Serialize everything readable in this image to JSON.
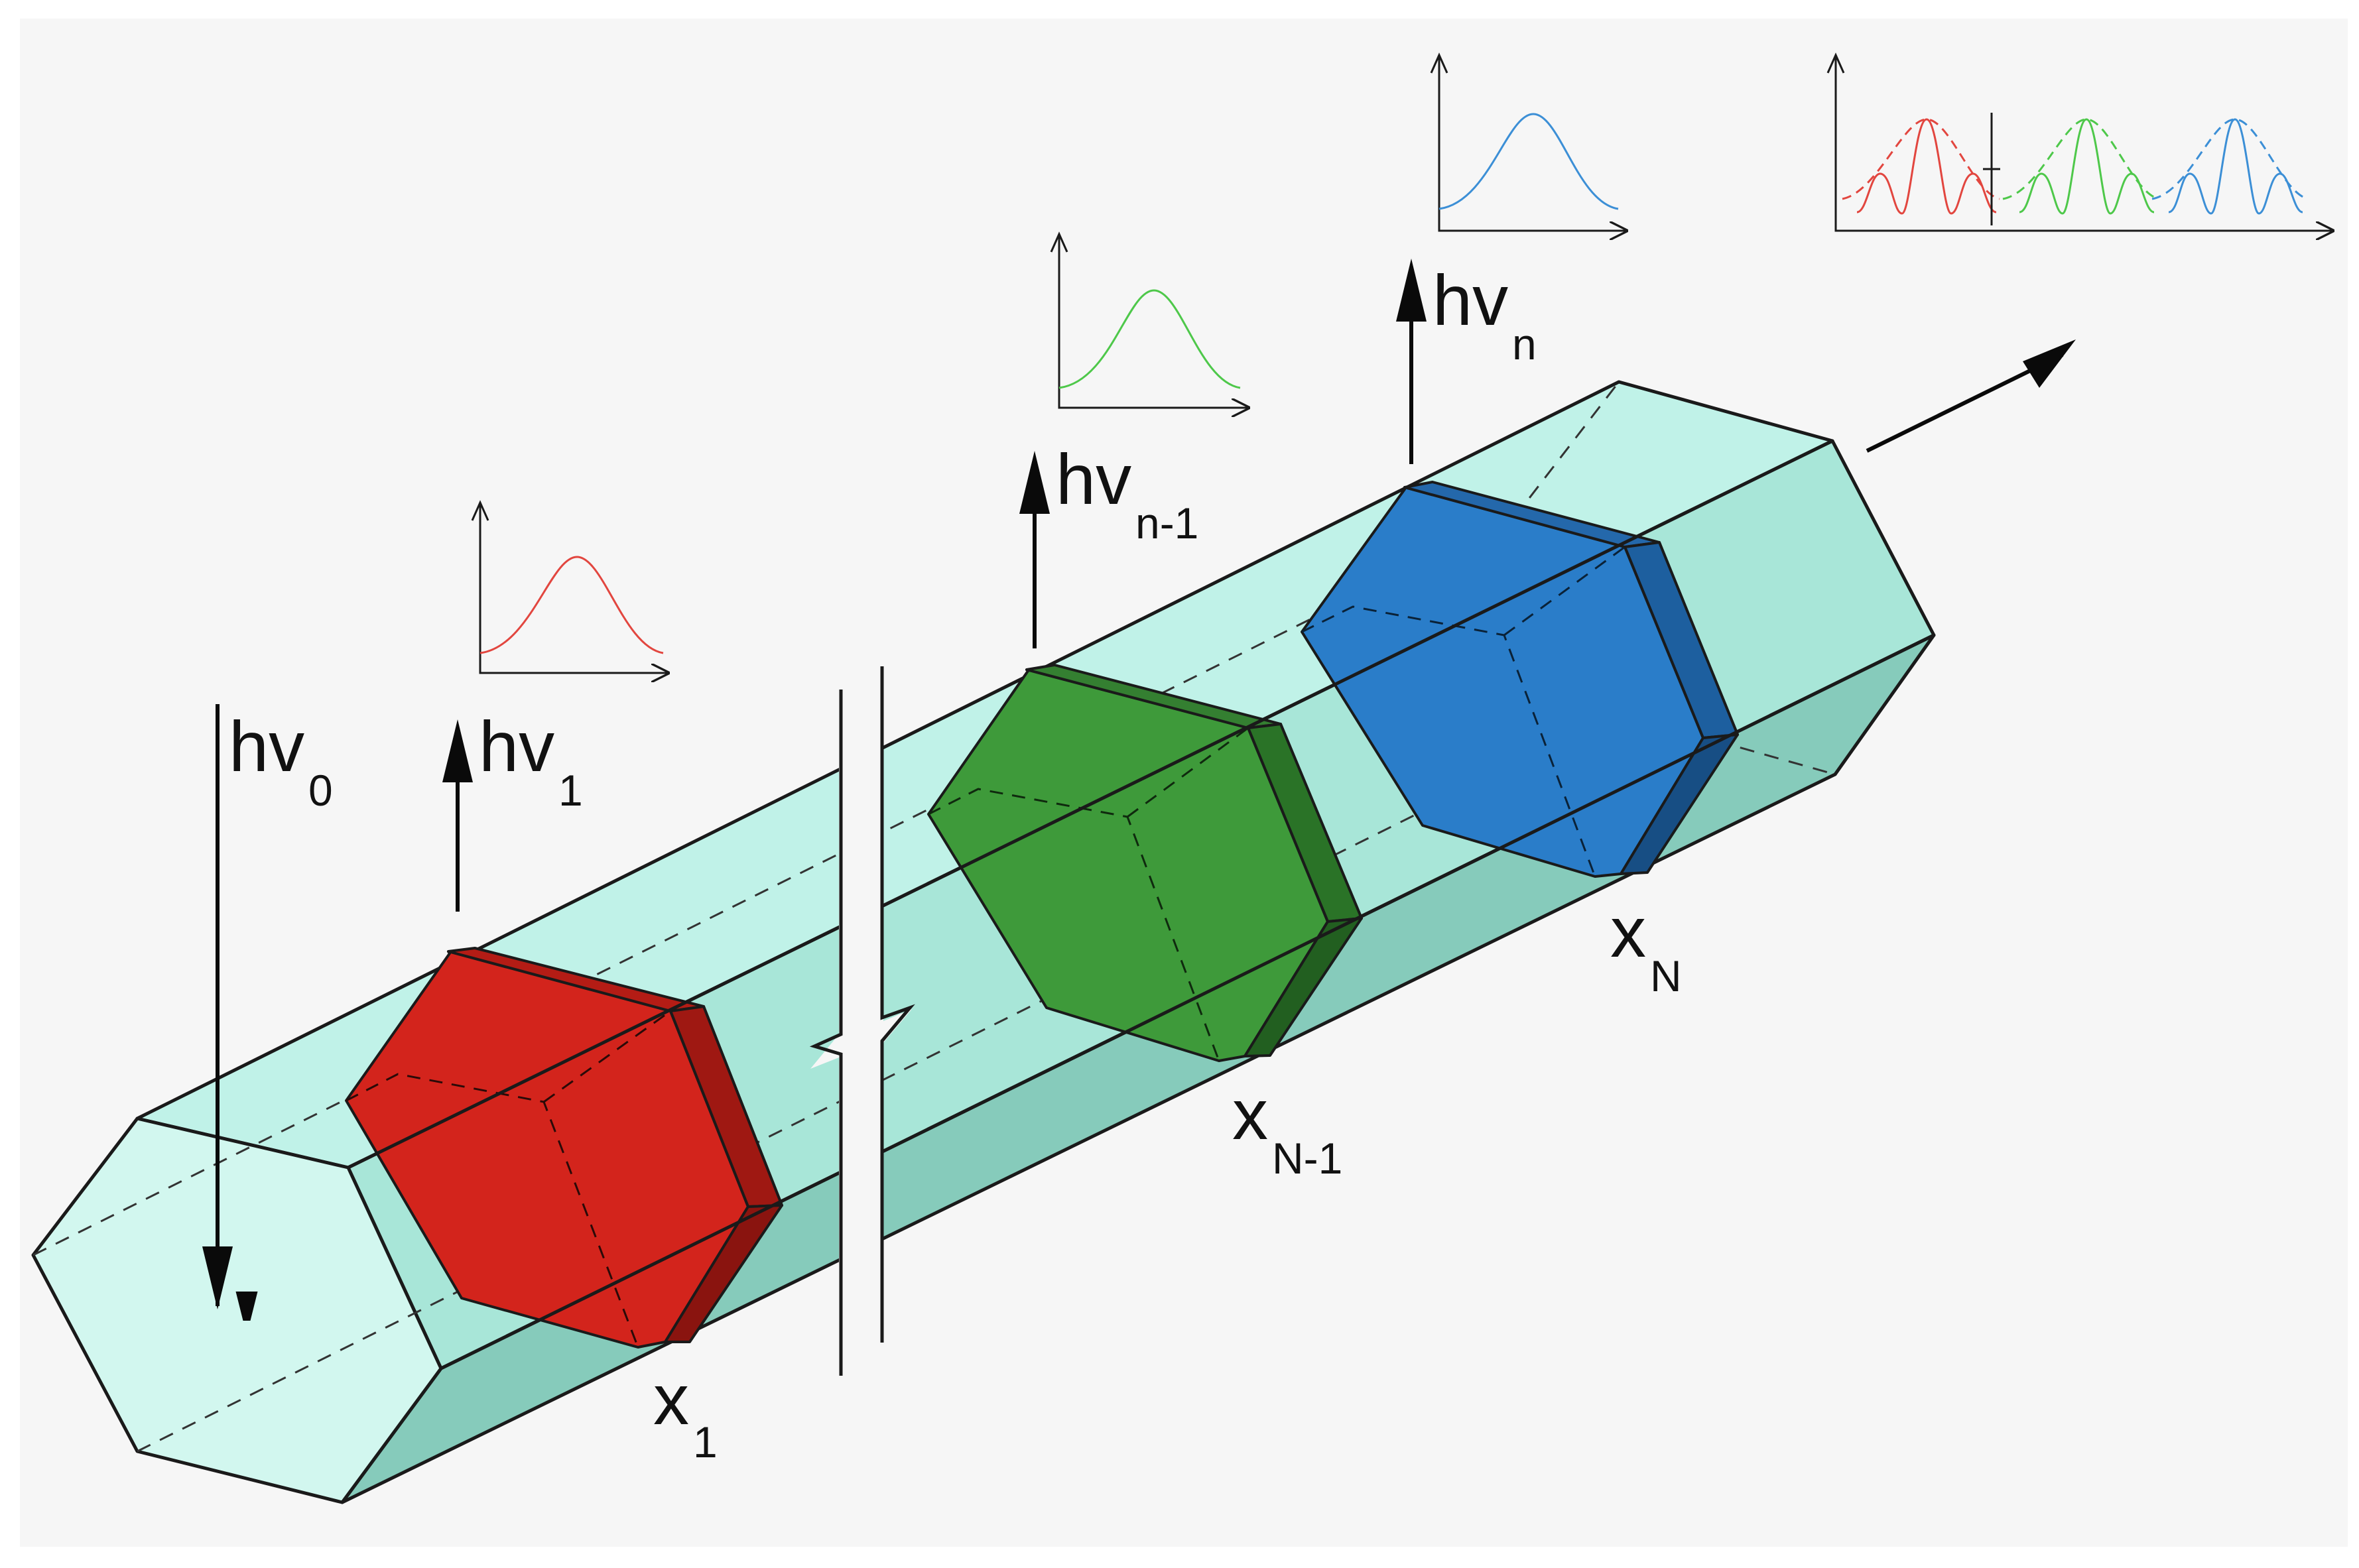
{
  "colors": {
    "page_bg": "#ffffff",
    "panel_bg": "#f6f6f6",
    "rod_top": "#b8efe4",
    "rod_front": "#9fe0d2",
    "rod_side": "#84c9b9",
    "rod_end": "#ccf5ec",
    "rod_edge": "#1a1a1a",
    "dashed": "#333333",
    "red_face": "#d3241c",
    "red_dark": "#9f1812",
    "green_face": "#3e9a3a",
    "green_dark": "#2a7327",
    "blue_face": "#2a7dc9",
    "blue_dark": "#1d5f9f",
    "curve_red": "#e2463f",
    "curve_green": "#4ec84a",
    "curve_blue": "#3c8fd6",
    "arrow": "#0a0a0a"
  },
  "labels": {
    "hv0": {
      "main": "hv",
      "sub": "0"
    },
    "hv1": {
      "main": "hv",
      "sub": "1"
    },
    "hvn1": {
      "main": "hv",
      "sub": "n-1"
    },
    "hvn": {
      "main": "hv",
      "sub": "n"
    },
    "x1": {
      "main": "x",
      "sub": "1"
    },
    "xN1": {
      "main": "x",
      "sub": "N-1"
    },
    "xN": {
      "main": "x",
      "sub": "N"
    }
  },
  "icons": {
    "rod": "hexagonal-rod-icon",
    "break": "break-mark-icon",
    "propagation": "propagation-arrow-icon"
  }
}
